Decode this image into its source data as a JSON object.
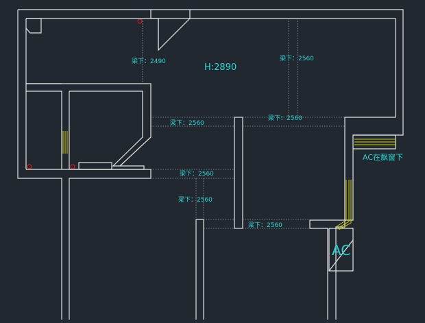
{
  "drawing": {
    "ceiling_height": "H:2890",
    "beam_2490": "梁下：2490",
    "beam_2560_a": "梁下：2560",
    "beam_2560_b": "梁下：2560",
    "beam_2560_c": "梁下：2560",
    "beam_2560_d": "梁下：2560",
    "beam_2560_e": "梁下：2560",
    "beam_2560_f": "梁下：2560",
    "ac_note": "AC在飘窗下",
    "ac_label": "AC"
  },
  "colors": {
    "background": "#212830",
    "wall": "#e6e6e6",
    "annotation": "#2ad4d4",
    "beam_line": "#9aa0a6",
    "marker": "#e02020",
    "window": "#d8d000"
  }
}
